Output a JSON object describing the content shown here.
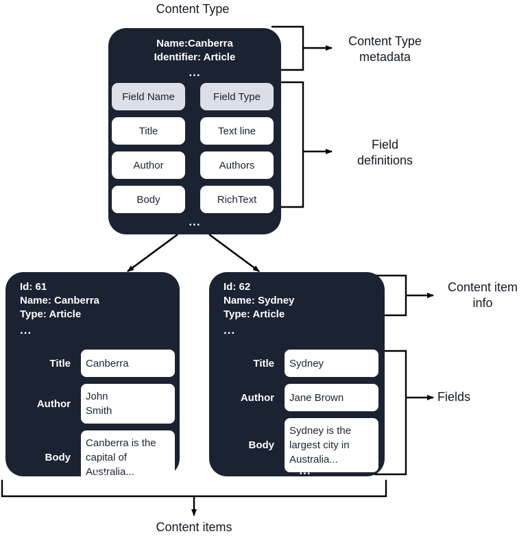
{
  "diagram": {
    "title_top": "Content Type",
    "title_bottom": "Content items"
  },
  "content_type": {
    "name_line": "Name:Canberra",
    "identifier_line": "Identifier: Article",
    "ellipsis_top": "...",
    "ellipsis_bottom": "...",
    "field_table": {
      "headers": [
        "Field Name",
        "Field Type"
      ],
      "rows": [
        [
          "Title",
          "Text line"
        ],
        [
          "Author",
          "Authors"
        ],
        [
          "Body",
          "RichText"
        ]
      ]
    }
  },
  "annotations": {
    "content_type_metadata": "Content Type\nmetadata",
    "field_definitions": "Field\ndefinitions",
    "content_item_info": "Content item\ninfo",
    "fields": "Fields"
  },
  "content_items": [
    {
      "id_line": "Id: 61",
      "name_line": "Name: Canberra",
      "type_line": "Type: Article",
      "ellipsis_top": "...",
      "ellipsis_bottom": "...",
      "fields": [
        {
          "label": "Title",
          "value": "Canberra"
        },
        {
          "label": "Author",
          "value": "John\nSmith"
        },
        {
          "label": "Body",
          "value": "Canberra is the capital of Australia..."
        }
      ]
    },
    {
      "id_line": "Id: 62",
      "name_line": "Name: Sydney",
      "type_line": "Type: Article",
      "ellipsis_top": "...",
      "ellipsis_bottom": "...",
      "fields": [
        {
          "label": "Title",
          "value": "Sydney"
        },
        {
          "label": "Author",
          "value": "Jane Brown"
        },
        {
          "label": "Body",
          "value": "Sydney is the largest city in Australia..."
        }
      ]
    }
  ],
  "colors": {
    "card_background": "#1b2231",
    "card_text": "#ffffff",
    "field_box": "#ffffff",
    "header_box": "#dcdfe8",
    "line": "#000000",
    "page_background": "#ffffff"
  }
}
